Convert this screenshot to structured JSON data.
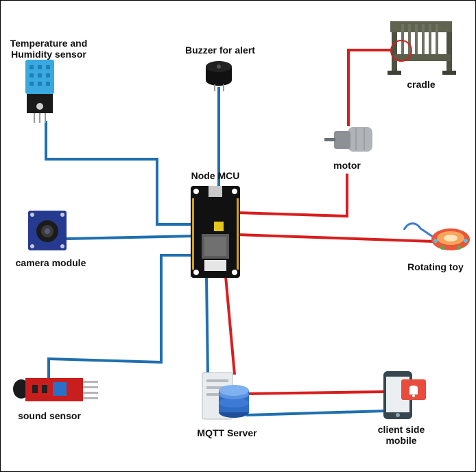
{
  "colors": {
    "signal_wire": "#1f6fb0",
    "power_wire": "#d81e1e"
  },
  "labels": {
    "temp_line1": "Temperature and",
    "temp_line2": "Humidity sensor",
    "buzzer": "Buzzer for alert",
    "cradle": "cradle",
    "motor": "motor",
    "node_mcu": "Node MCU",
    "camera": "camera module",
    "rotating_toy": "Rotating toy",
    "sound": "sound sensor",
    "mqtt": "MQTT Server",
    "mobile_line1": "client side",
    "mobile_line2": "mobile"
  }
}
